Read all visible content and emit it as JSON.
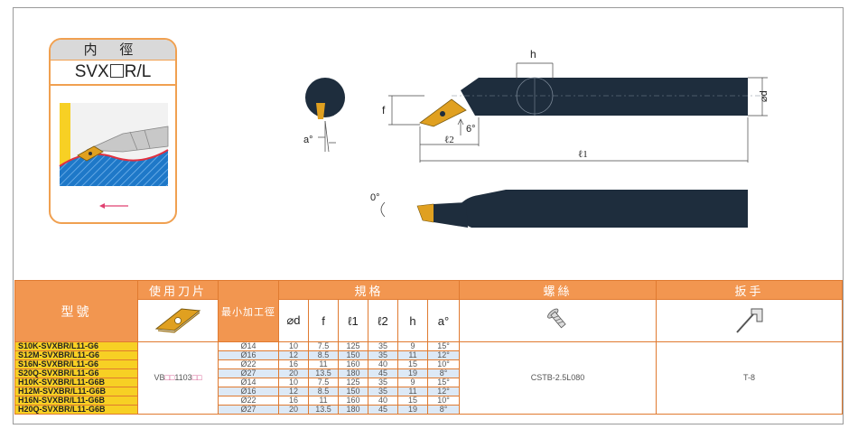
{
  "badge": {
    "title": "内 徑",
    "code_prefix": "SVX",
    "code_suffix": "R/L"
  },
  "drawing_labels": {
    "h": "h",
    "f": "f",
    "a": "a°",
    "angle6": "6°",
    "l2": "ℓ2",
    "l1": "ℓ1",
    "d": "⌀d",
    "zero": "0°"
  },
  "table": {
    "header": {
      "model": "型號",
      "insert": "使用刀片",
      "min_bore": "最小加工徑",
      "spec": "規格",
      "screw": "螺絲",
      "wrench": "扳手"
    },
    "spec_cols": [
      "⌀d",
      "f",
      "ℓ1",
      "ℓ2",
      "h",
      "a°"
    ],
    "insert_code_pre": "VB",
    "insert_code_mark": "□□",
    "insert_code_mid": "1103",
    "insert_code_end": "□□",
    "screw_code": "CSTB-2.5L080",
    "wrench_code": "T-8",
    "rows": [
      {
        "model": "S10K-SVXBR/L11-G6",
        "min": "Ø14",
        "d": "10",
        "f": "7.5",
        "l1": "125",
        "l2": "35",
        "h": "9",
        "a": "15°"
      },
      {
        "model": "S12M-SVXBR/L11-G6",
        "min": "Ø16",
        "d": "12",
        "f": "8.5",
        "l1": "150",
        "l2": "35",
        "h": "11",
        "a": "12°"
      },
      {
        "model": "S16N-SVXBR/L11-G6",
        "min": "Ø22",
        "d": "16",
        "f": "11",
        "l1": "160",
        "l2": "40",
        "h": "15",
        "a": "10°"
      },
      {
        "model": "S20Q-SVXBR/L11-G6",
        "min": "Ø27",
        "d": "20",
        "f": "13.5",
        "l1": "180",
        "l2": "45",
        "h": "19",
        "a": "8°"
      },
      {
        "model": "H10K-SVXBR/L11-G6B",
        "min": "Ø14",
        "d": "10",
        "f": "7.5",
        "l1": "125",
        "l2": "35",
        "h": "9",
        "a": "15°"
      },
      {
        "model": "H12M-SVXBR/L11-G6B",
        "min": "Ø16",
        "d": "12",
        "f": "8.5",
        "l1": "150",
        "l2": "35",
        "h": "11",
        "a": "12°"
      },
      {
        "model": "H16N-SVXBR/L11-G6B",
        "min": "Ø22",
        "d": "16",
        "f": "11",
        "l1": "160",
        "l2": "40",
        "h": "15",
        "a": "10°"
      },
      {
        "model": "H20Q-SVXBR/L11-G6B",
        "min": "Ø27",
        "d": "20",
        "f": "13.5",
        "l1": "180",
        "l2": "45",
        "h": "19",
        "a": "8°"
      }
    ]
  },
  "colors": {
    "accent": "#f29650",
    "border": "#e07a30",
    "model_cell": "#f7d024",
    "row_tint": "#dde9f6",
    "insert_gold": "#e0a020",
    "bar_dark": "#1e2d3d"
  }
}
